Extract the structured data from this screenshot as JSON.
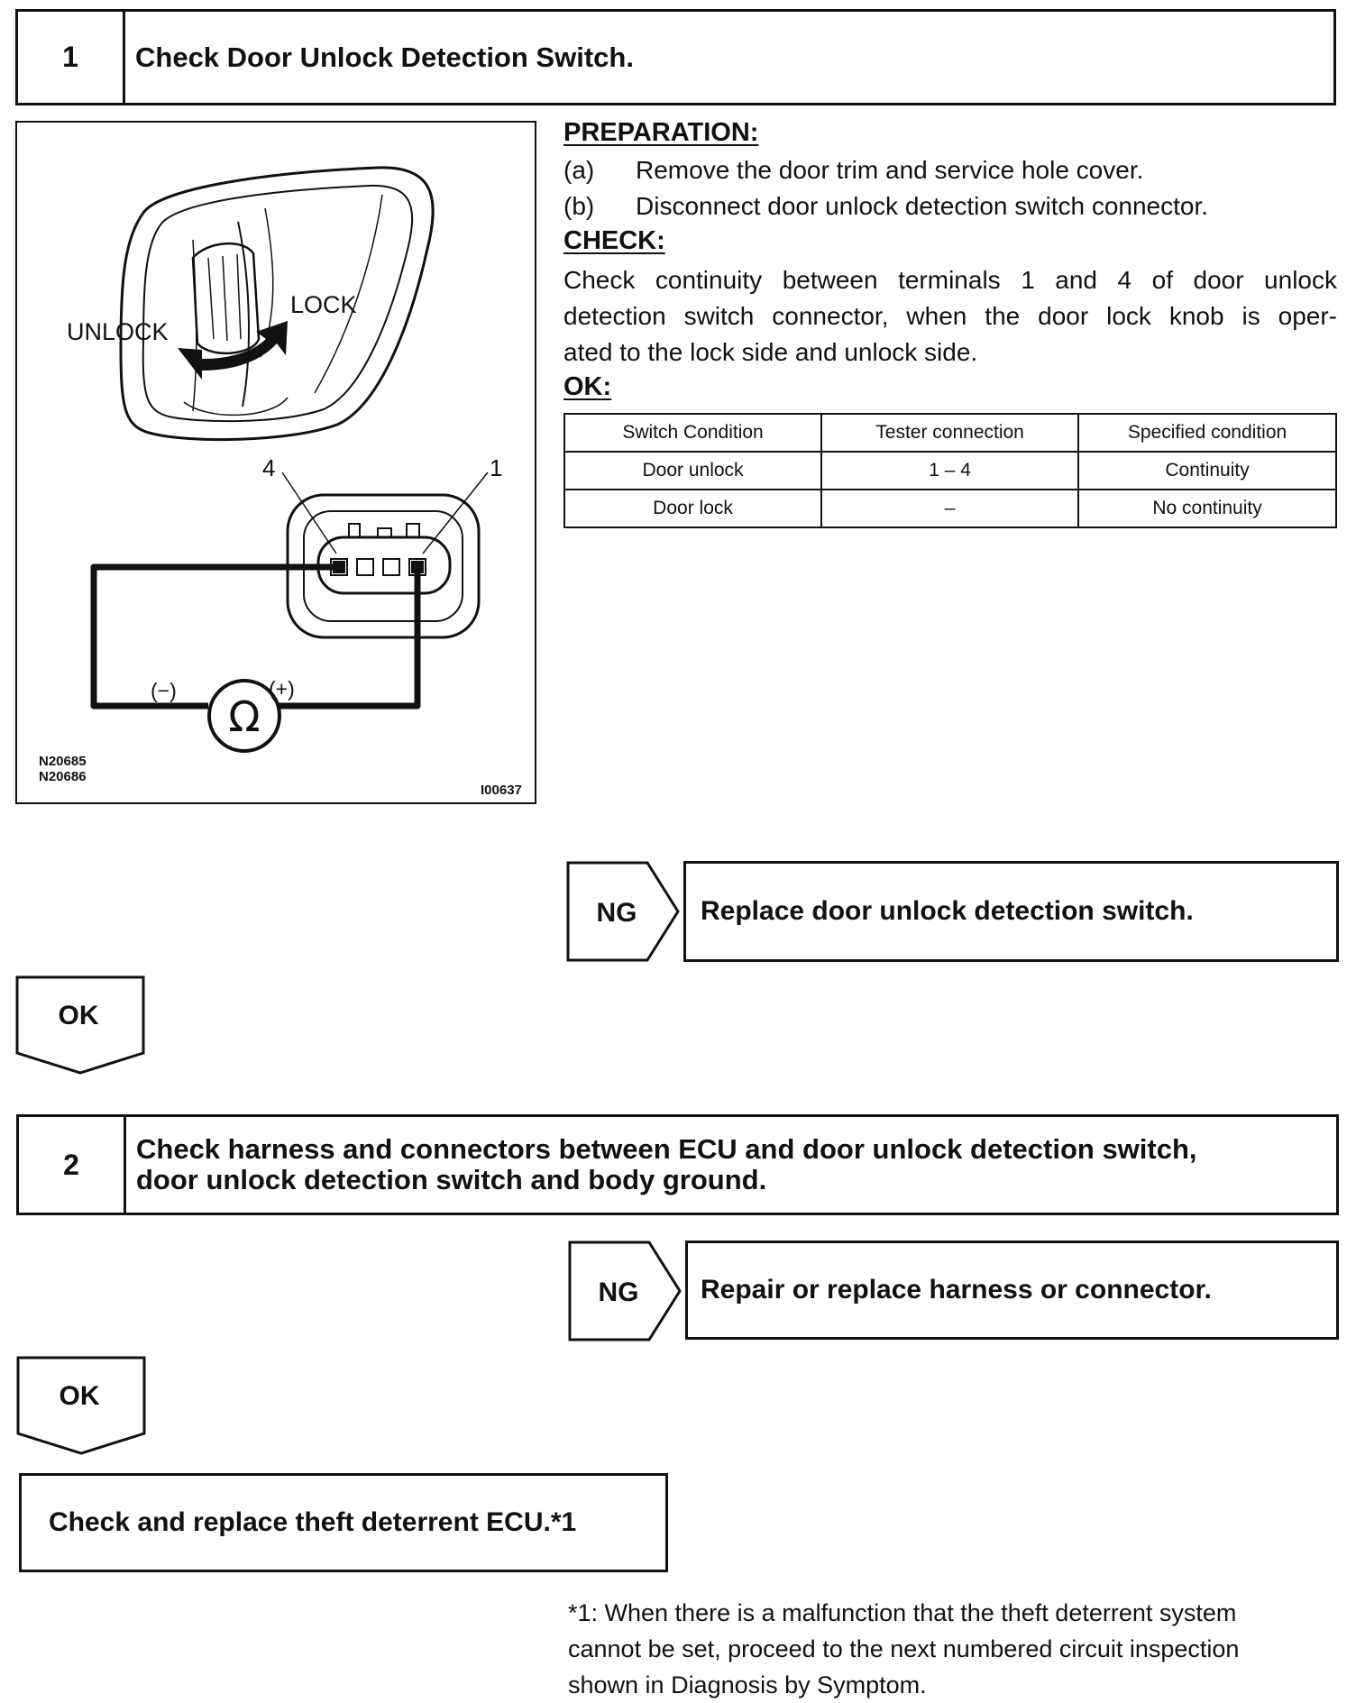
{
  "step1": {
    "number": "1",
    "title": "Check Door Unlock Detection Switch."
  },
  "figure": {
    "label_unlock": "UNLOCK",
    "label_lock": "LOCK",
    "terminal_left": "4",
    "terminal_right": "1",
    "meter_minus": "(−)",
    "meter_plus": "(+)",
    "meter_symbol": "Ω",
    "code1": "N20685",
    "code2": "N20686",
    "code3": "I00637"
  },
  "preparation": {
    "heading": "PREPARATION:",
    "items": [
      {
        "marker": "(a)",
        "text": "Remove the door trim and service hole cover."
      },
      {
        "marker": "(b)",
        "text": "Disconnect door unlock detection switch connector."
      }
    ]
  },
  "check": {
    "heading": "CHECK:",
    "lines": [
      "Check continuity between terminals 1 and 4 of door unlock",
      "detection switch connector, when the door lock knob is oper-",
      "ated to the lock side and unlock side."
    ]
  },
  "ok_heading": "OK:",
  "spec_table": {
    "headers": [
      "Switch Condition",
      "Tester connection",
      "Specified condition"
    ],
    "rows": [
      [
        "Door unlock",
        "1 – 4",
        "Continuity"
      ],
      [
        "Door lock",
        "–",
        "No continuity"
      ]
    ]
  },
  "result1_ng": {
    "tag": "NG",
    "text": "Replace door unlock detection switch."
  },
  "result1_ok": {
    "tag": "OK"
  },
  "step2": {
    "number": "2",
    "title_line1": "Check harness and connectors between ECU and door unlock detection switch,",
    "title_line2": "door unlock detection switch and body ground."
  },
  "result2_ng": {
    "tag": "NG",
    "text": "Repair or replace harness or connector."
  },
  "result2_ok": {
    "tag": "OK"
  },
  "final_box": {
    "text": "Check and replace theft deterrent ECU.*1"
  },
  "footnote": {
    "line1": "*1: When there is a malfunction that the theft deterrent system",
    "line2": "cannot be set, proceed to the next numbered circuit inspection",
    "line3": "shown in Diagnosis by Symptom."
  }
}
